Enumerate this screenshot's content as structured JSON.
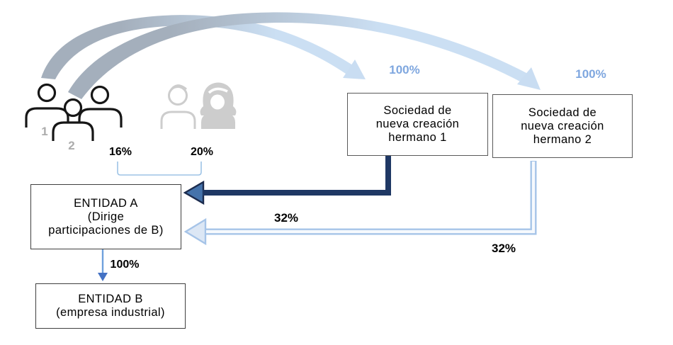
{
  "people": {
    "sibling_number_1": "1",
    "sibling_number_2": "2"
  },
  "labels": {
    "share_16": "16%",
    "share_20": "20%",
    "share_100_hermano1": "100%",
    "share_100_hermano2": "100%",
    "share_32_hermano1": "32%",
    "share_32_hermano2": "32%",
    "share_100_a_to_b": "100%"
  },
  "boxes": {
    "hermano1": {
      "lines": [
        "Sociedad de",
        "nueva creación",
        "hermano 1"
      ]
    },
    "hermano2": {
      "lines": [
        "Sociedad de",
        "nueva creación",
        "hermano 2"
      ]
    },
    "entidad_a": {
      "lines": [
        "ENTIDAD A",
        "(Dirige",
        "participaciones de B)"
      ]
    },
    "entidad_b": {
      "lines": [
        "ENTIDAD B",
        "(empresa industrial)"
      ]
    }
  },
  "colors": {
    "dark_navy_shaft": "#1F3864",
    "navy_arrowhead_fill": "#4573AB",
    "navy_arrowhead_border": "#1C2C4E",
    "light_blue_outline": "#A6C4E8",
    "light_blue_fill": "#DCE7F5",
    "pale_blue_label_text": "#7FA7DF",
    "swoosh_gray": "#A4AFBC",
    "swoosh_light_blue": "#CBDFF3",
    "bracket_blue": "#9DC3E6",
    "down_arrow_line": "#6FA0DC",
    "down_arrow_head": "#4472C4",
    "icon_gray": "#CDCDCD",
    "number_gray": "#ACACAC",
    "box_border_gray": "#595959",
    "box_border_dark": "#3F3F3F"
  }
}
